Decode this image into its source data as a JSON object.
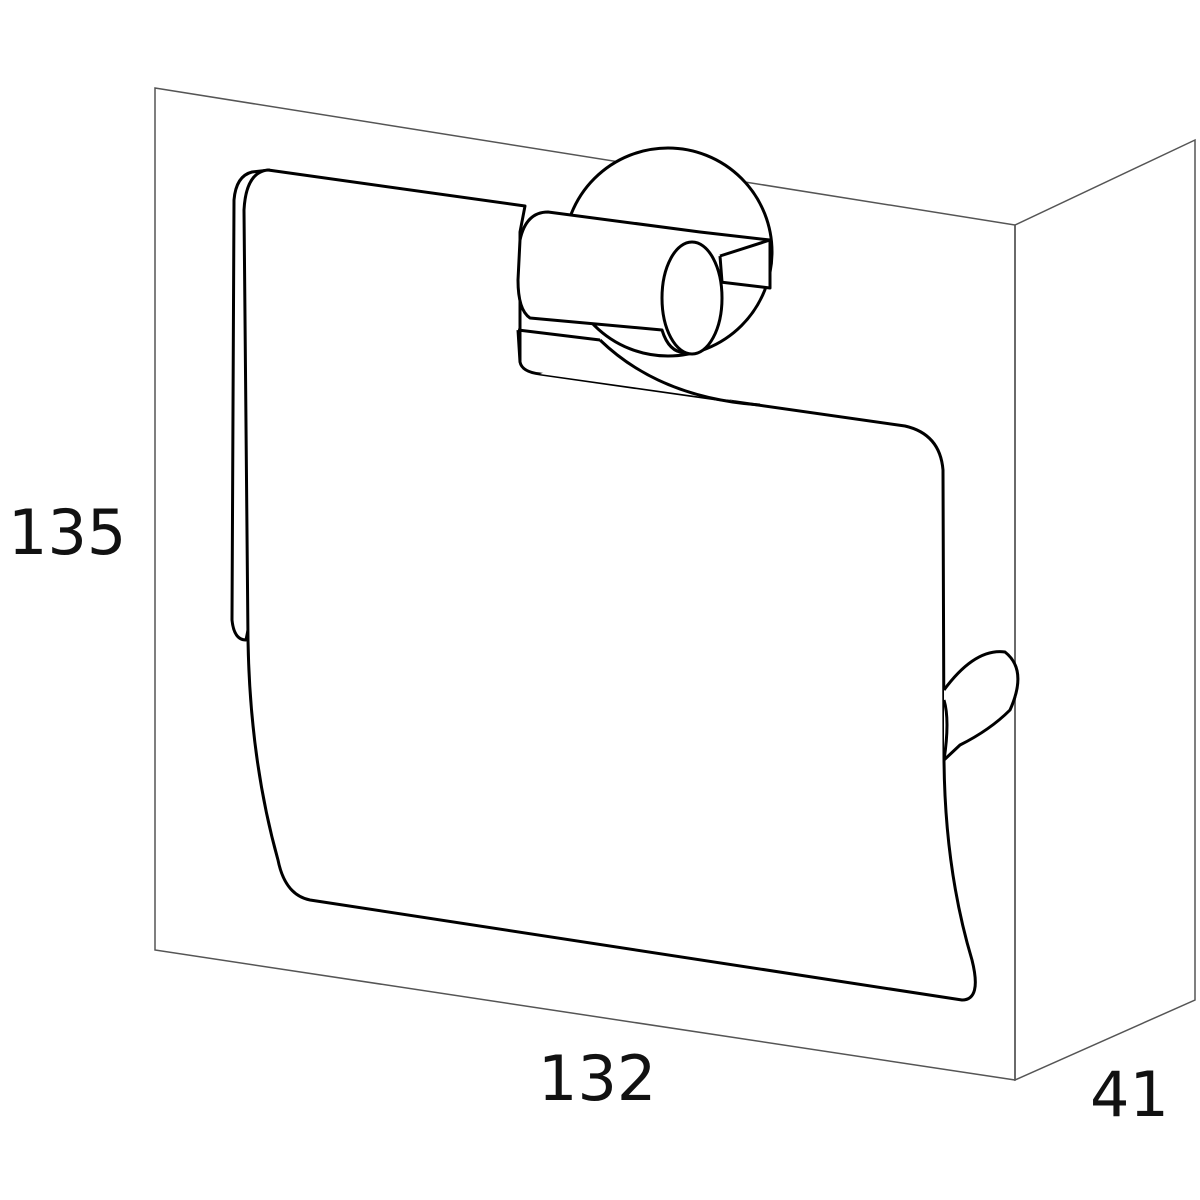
{
  "dimensions": {
    "height": "135",
    "width": "132",
    "depth": "41"
  },
  "colors": {
    "box_line": "#555555",
    "product_line": "#000000"
  }
}
